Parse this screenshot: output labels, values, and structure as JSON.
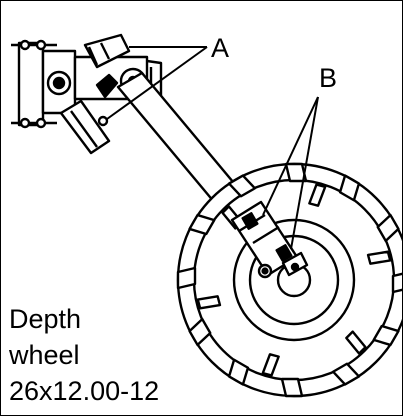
{
  "callouts": {
    "a": "A",
    "b": "B"
  },
  "caption": {
    "line1": "Depth",
    "line2": "wheel",
    "line3": "26x12.00-12"
  },
  "colors": {
    "ink": "#000000",
    "background": "#ffffff"
  }
}
